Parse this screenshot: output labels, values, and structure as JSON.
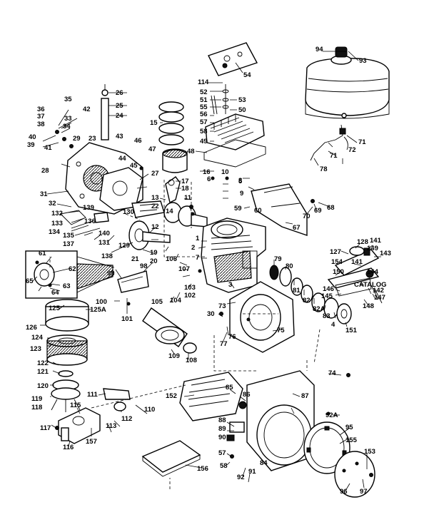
{
  "part_numbers": [
    "94",
    "93",
    "54",
    "114",
    "52",
    "51",
    "53",
    "55",
    "50",
    "56",
    "57",
    "58",
    "49",
    "48",
    "15",
    "26",
    "25",
    "24",
    "35",
    "36",
    "37",
    "42",
    "33",
    "38",
    "34",
    "40",
    "39",
    "29",
    "41",
    "23",
    "43",
    "46",
    "47",
    "44",
    "45",
    "28",
    "27",
    "16",
    "10",
    "17",
    "5",
    "6",
    "18",
    "13",
    "11",
    "14",
    "31",
    "22",
    "32",
    "132",
    "133",
    "134",
    "135",
    "137",
    "139",
    "136",
    "130",
    "140",
    "131",
    "138",
    "129",
    "12",
    "19",
    "20",
    "21",
    "61",
    "62",
    "65",
    "63",
    "64",
    "98",
    "99",
    "106",
    "107",
    "103",
    "102",
    "104",
    "105",
    "100",
    "101",
    "125",
    "125A",
    "126",
    "124",
    "123",
    "122",
    "121",
    "120",
    "119",
    "118",
    "115",
    "117",
    "116",
    "157",
    "111",
    "112",
    "113",
    "110",
    "109",
    "108",
    "152",
    "86",
    "85",
    "87",
    "88",
    "89",
    "90",
    "57",
    "58",
    "92",
    "91",
    "84",
    "156",
    "97",
    "96",
    "95",
    "155",
    "153",
    "92A",
    "73",
    "74",
    "75",
    "76",
    "77",
    "30",
    "3",
    "1",
    "2",
    "7",
    "8",
    "9",
    "59",
    "60",
    "67",
    "68",
    "69",
    "70",
    "71",
    "72",
    "71",
    "78",
    "79",
    "80",
    "81",
    "82",
    "82A",
    "83",
    "4",
    "151",
    "154",
    "127",
    "128",
    "141",
    "149",
    "143",
    "141",
    "150",
    "144",
    "146",
    "145",
    "142",
    "147",
    "148",
    "CATALOG"
  ]
}
